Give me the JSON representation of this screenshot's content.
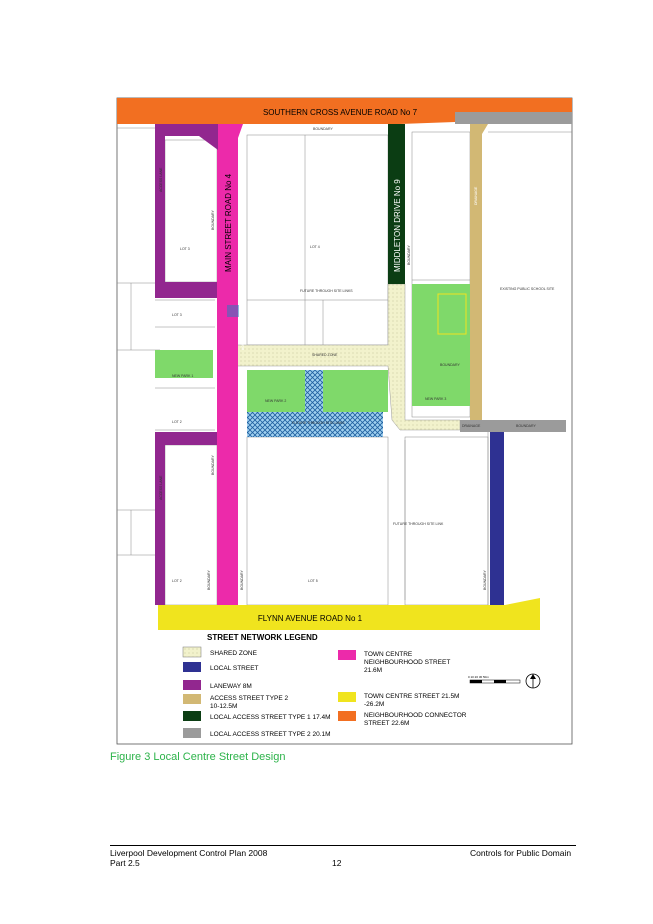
{
  "map": {
    "streets": {
      "southern_cross": "SOUTHERN CROSS AVENUE ROAD No 7",
      "main_street": "MAIN STREET ROAD No 4",
      "middleton": "MIDDLETON DRIVE No 9",
      "flynn": "FLYNN AVENUE ROAD No 1"
    },
    "small_labels": {
      "boundary": "BOUNDARY",
      "access_lane": "ACCESS LANE",
      "drainage": "DRAINAGE",
      "shared_zone": "SHARED ZONE",
      "lot3": "LOT 3",
      "lot4": "LOT 4",
      "lot2": "LOT 2",
      "lot5": "LOT 5",
      "future_links": "FUTURE THROUGH SITE LINKS",
      "new_park1": "NEW PARK 1",
      "new_park2": "NEW PARK 2",
      "new_park3": "NEW PARK 3",
      "future_links2": "FUTURE THROUGH SITE LINKS",
      "future_links3": "FUTURE THROUGH SITE LINK",
      "existing_school": "EXISTING PUBLIC SCHOOL SITE",
      "bdry_right": "BOUNDARY",
      "scale": "0   10   20   30   50m"
    },
    "legend": {
      "title": "STREET NETWORK LEGEND",
      "items": [
        {
          "label": "SHARED ZONE",
          "color": "#f2f2cc"
        },
        {
          "label": "LOCAL STREET",
          "color": "#2e3192"
        },
        {
          "label": "LANEWAY 8M",
          "color": "#92278f"
        },
        {
          "label": "ACCESS STREET TYPE 2 10-12.5M",
          "color": "#d2b874"
        },
        {
          "label": "LOCAL ACCESS STREET TYPE 1 17.4M",
          "color": "#0b3d13"
        },
        {
          "label": "LOCAL ACCESS STREET TYPE 2 20.1M",
          "color": "#9b9b9b"
        },
        {
          "label": "TOWN CENTRE NEIGHBOURHOOD STREET 21.6M",
          "color": "#ec2aaa"
        },
        {
          "label": "TOWN CENTRE STREET 21.5M -26.2M",
          "color": "#f0e41e"
        },
        {
          "label": "NEIGHBOURHOOD CONNECTOR STREET 22.6M",
          "color": "#f26f21"
        }
      ]
    }
  },
  "caption": "Figure 3 Local Centre Street Design",
  "footer": {
    "left1": "Liverpool Development Control Plan 2008",
    "left2": "Part 2.5",
    "page": "12",
    "right": "Controls for Public Domain"
  },
  "colors": {
    "orange": "#f26f21",
    "pink": "#ec2aaa",
    "purple": "#92278f",
    "dkgreen": "#0b3d13",
    "navy": "#2e3192",
    "tan": "#d2b874",
    "gray": "#9b9b9b",
    "yellow": "#f0e41e",
    "park": "#7fd96a",
    "shared": "#f2f2cc",
    "hatch": "#1f7dbf"
  }
}
